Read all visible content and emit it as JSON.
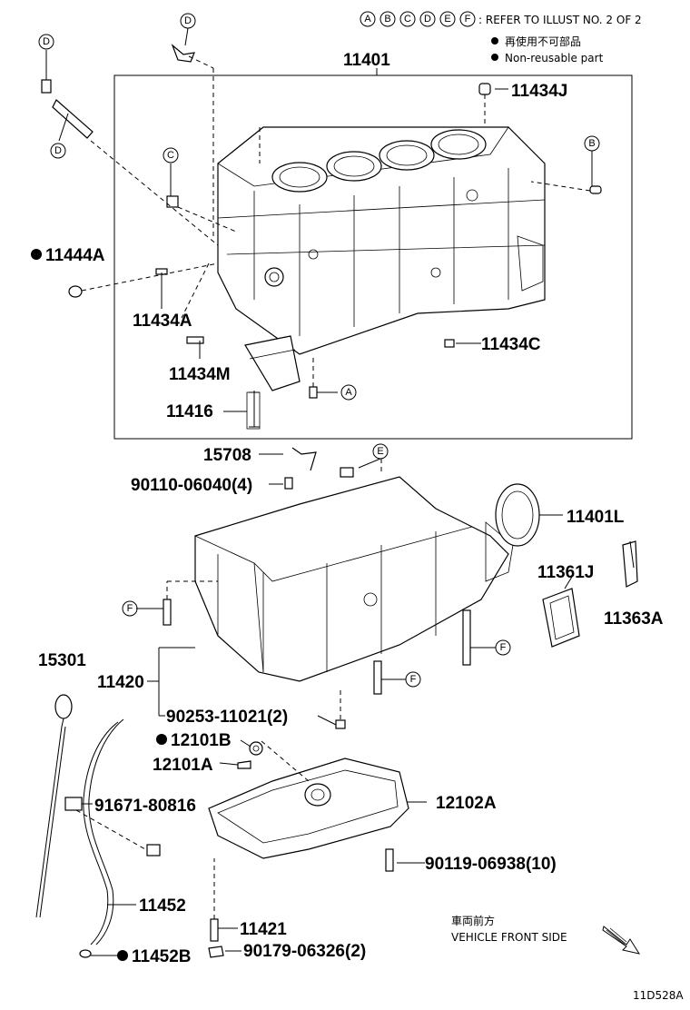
{
  "header": {
    "legend_letters": [
      "A",
      "B",
      "C",
      "D",
      "E",
      "F"
    ],
    "refer_text": ": REFER TO ILLUST NO. 2 OF 2",
    "nonreusable_jp": "再使用不可部品",
    "nonreusable_en": "Non-reusable part"
  },
  "parts": {
    "p11401": "11401",
    "p11434J": "11434J",
    "p11444A": "11444A",
    "p11434A": "11434A",
    "p11434C": "11434C",
    "p11434M": "11434M",
    "p11416": "11416",
    "p15708": "15708",
    "p90110": "90110-06040(4)",
    "p11401L": "11401L",
    "p11361J": "11361J",
    "p11363A": "11363A",
    "p15301": "15301",
    "p11420": "11420",
    "p90253": "90253-11021(2)",
    "p12101B": "12101B",
    "p12101A": "12101A",
    "p91671": "91671-80816",
    "p12102A": "12102A",
    "p90119": "90119-06938(10)",
    "p11452": "11452",
    "p11421": "11421",
    "p11452B": "11452B",
    "p90179": "90179-06326(2)"
  },
  "callouts": {
    "d1": "D",
    "d2": "D",
    "d3": "D",
    "c1": "C",
    "b1": "B",
    "a1": "A",
    "e1": "E",
    "f1": "F",
    "f2": "F",
    "f3": "F"
  },
  "footer": {
    "front_jp": "車両前方",
    "front_en": "VEHICLE FRONT SIDE",
    "illust_id": "11D528A"
  }
}
